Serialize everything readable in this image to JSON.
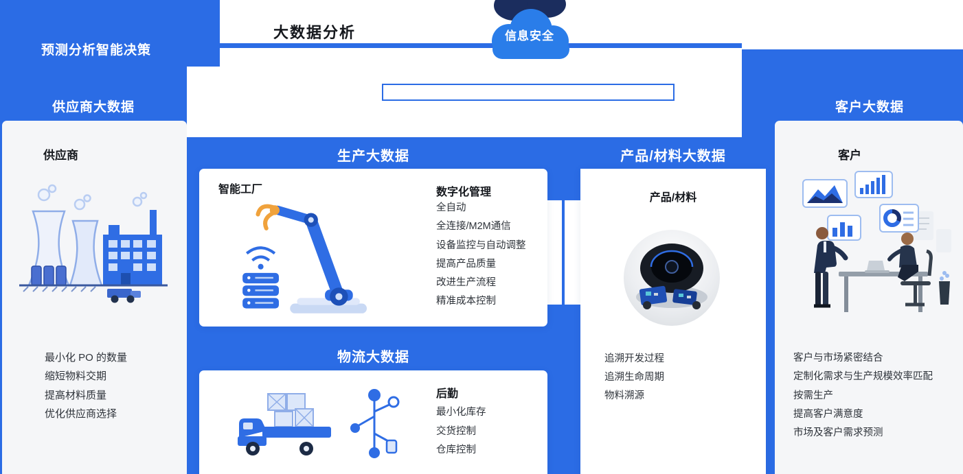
{
  "colors": {
    "primary_blue": "#2b6ce5",
    "cloud_blue": "#2a7de9",
    "dark_navy": "#1b2d5e",
    "card_gray": "#f5f6f8"
  },
  "top": {
    "decision_banner": "预测分析智能决策",
    "analysis_label": "大数据分析",
    "cloud_label": "信息安全"
  },
  "supplier": {
    "header": "供应商大数据",
    "card_title": "供应商",
    "items": [
      "最小化 PO 的数量",
      "缩短物料交期",
      "提高材料质量",
      "优化供应商选择"
    ]
  },
  "production": {
    "header": "生产大数据",
    "card_title": "智能工厂",
    "section_title": "数字化管理",
    "items": [
      "全自动",
      "全连接/M2M通信",
      "设备监控与自动调整",
      "提高产品质量",
      "改进生产流程",
      "精准成本控制"
    ]
  },
  "logistics": {
    "header": "物流大数据",
    "section_title": "后勤",
    "items": [
      "最小化库存",
      "交货控制",
      "仓库控制"
    ]
  },
  "product": {
    "header": "产品/材料大数据",
    "card_title": "产品/材料",
    "items": [
      "追溯开发过程",
      "追溯生命周期",
      "物料溯源"
    ]
  },
  "customer": {
    "header": "客户大数据",
    "card_title": "客户",
    "items": [
      "客户与市场紧密结合",
      "定制化需求与生产规模效率匹配",
      "按需生产",
      "提高客户满意度",
      "市场及客户需求预测"
    ]
  }
}
